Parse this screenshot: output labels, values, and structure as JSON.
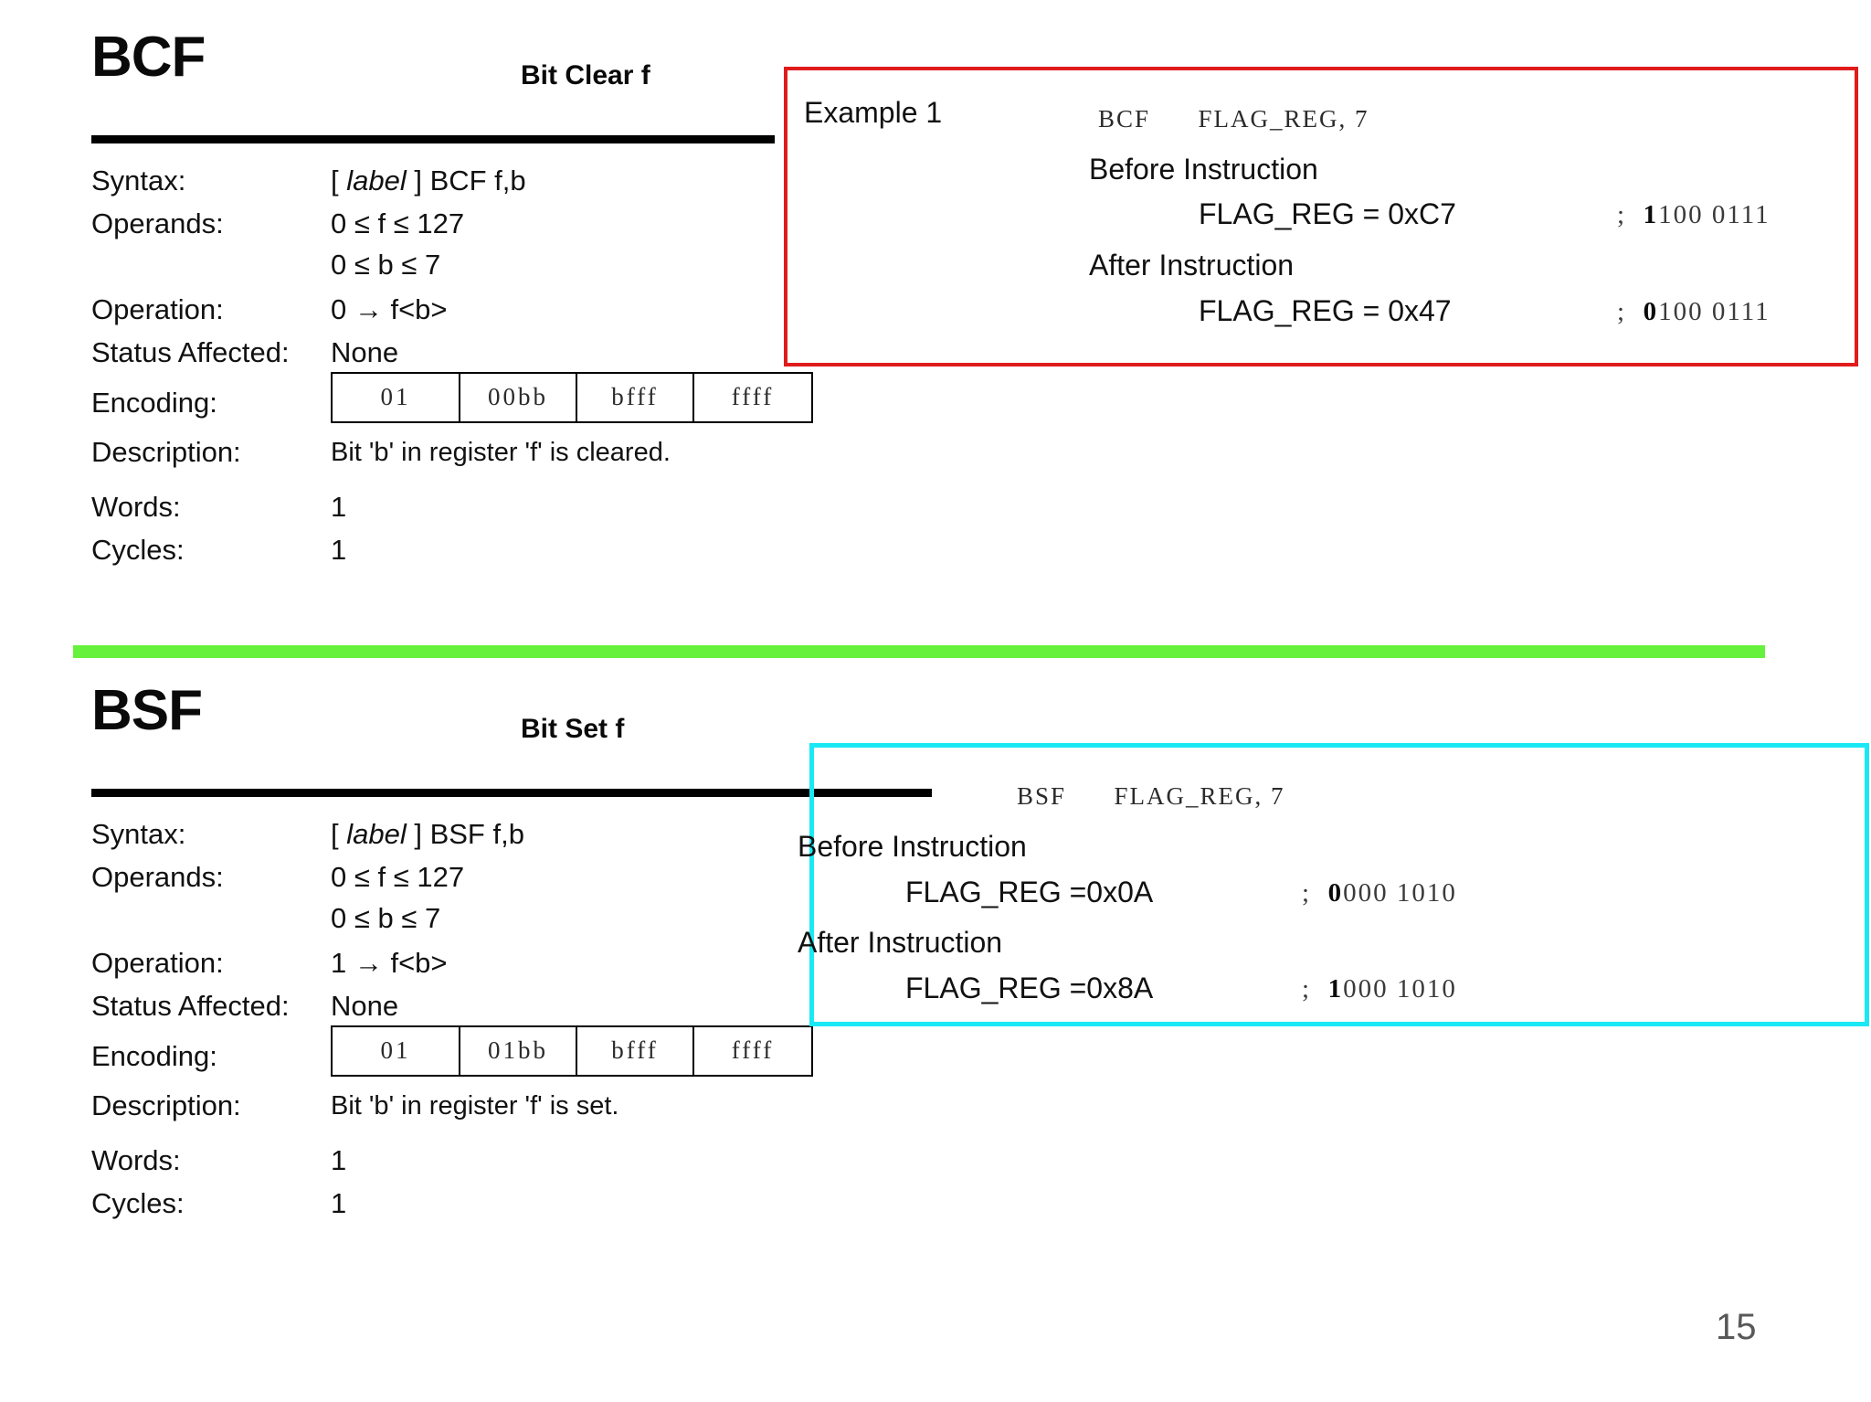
{
  "page": {
    "number": "15",
    "accents": {
      "red_box": "#E01B1B",
      "cyan_box": "#1BE8F5",
      "green_divider": "#66F23C",
      "page_number": "#585858"
    }
  },
  "instructions": [
    {
      "mnemonic": "BCF",
      "long_name": "Bit Clear f",
      "rows": [
        {
          "label": "Syntax:",
          "value_pre": "[ ",
          "value_ital": "label",
          "value_post": " ] BCF     f,b"
        },
        {
          "label": "Operands:",
          "value": "0 ≤ f ≤ 127",
          "value2": "0 ≤ b ≤ 7"
        },
        {
          "label": "Operation:",
          "value": "0 → f<b>"
        },
        {
          "label": "Status Affected:",
          "value": "None"
        },
        {
          "label": "Encoding:",
          "value": ""
        },
        {
          "label": "Description:",
          "value": "Bit 'b' in register 'f' is cleared."
        },
        {
          "label": "Words:",
          "value": "1"
        },
        {
          "label": "Cycles:",
          "value": "1"
        }
      ],
      "encoding": [
        "01",
        "00bb",
        "bfff",
        "ffff"
      ],
      "example": {
        "title": "Example 1",
        "instruction": "BCF      FLAG_REG, 7",
        "before_label": "Before Instruction",
        "before_value": "FLAG_REG = 0xC7",
        "before_bin_bold": "1",
        "before_bin_rest": "100 0111",
        "before_comment": ";",
        "after_label": "After Instruction",
        "after_value": "FLAG_REG = 0x47",
        "after_bin_bold": "0",
        "after_bin_rest": "100 0111",
        "after_comment": ";"
      }
    },
    {
      "mnemonic": "BSF",
      "long_name": "Bit Set f",
      "rows": [
        {
          "label": "Syntax:",
          "value_pre": "[ ",
          "value_ital": "label",
          "value_post": " ] BSF    f,b"
        },
        {
          "label": "Operands:",
          "value": "0 ≤ f ≤ 127",
          "value2": "0 ≤ b ≤ 7"
        },
        {
          "label": "Operation:",
          "value": "1 → f<b>"
        },
        {
          "label": "Status Affected:",
          "value": "None"
        },
        {
          "label": "Encoding:",
          "value": ""
        },
        {
          "label": "Description:",
          "value": "Bit 'b' in register 'f' is set."
        },
        {
          "label": "Words:",
          "value": "1"
        },
        {
          "label": "Cycles:",
          "value": "1"
        }
      ],
      "encoding": [
        "01",
        "01bb",
        "bfff",
        "ffff"
      ],
      "example": {
        "title": "",
        "instruction": "BSF      FLAG_REG, 7",
        "before_label": "Before Instruction",
        "before_value": "FLAG_REG =0x0A",
        "before_bin_bold": "0",
        "before_bin_rest": "000 1010",
        "before_comment": ";",
        "after_label": "After Instruction",
        "after_value": "FLAG_REG =0x8A",
        "after_bin_bold": "1",
        "after_bin_rest": "000 1010",
        "after_comment": ";"
      }
    }
  ]
}
